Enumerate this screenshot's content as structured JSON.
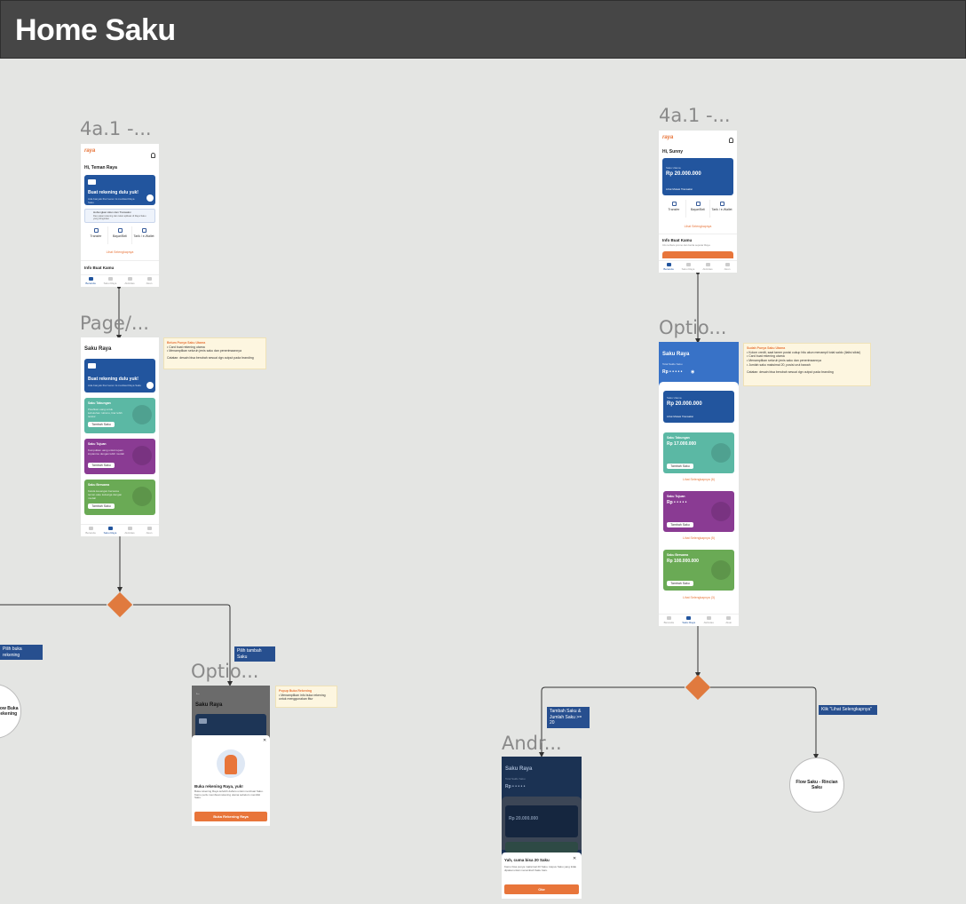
{
  "header": {
    "title": "Home Saku"
  },
  "frames": {
    "f1_label": "4a.1 -...",
    "f2_label": "Page/...",
    "f3_label": "4a.1 -...",
    "f4_label": "Optio...",
    "f5_label": "Optio...",
    "f6_label": "Andr..."
  },
  "phone1": {
    "logo": "raya",
    "greeting": "Hi, Teman Raya",
    "card_title": "Buat rekening dulu yuk!",
    "card_sub": "Ada banyak fitur keren & manfaat Raya Saku",
    "banner": "Hubungkan Akun dan Transaksi",
    "banner_sub": "Dan pakai rekening dan tukar aplikasi di Raya Saku yang diinginkan",
    "menu": [
      "Transfer",
      "Bayar/Beli",
      "Tarik / e-Wallet"
    ],
    "see_all": "Lihat Selengkapnya",
    "info_title": "Info Buat Kamu",
    "nav": [
      "Beranda",
      "Saku Raya",
      "Aktivitas",
      "Akun"
    ]
  },
  "phone2": {
    "title": "Saku Raya",
    "card_title": "Buat rekening dulu yuk!",
    "card_sub": "Ada banyak fitur keren & manfaat Raya Saku",
    "sakus": [
      {
        "name": "Saku Tabungan",
        "desc": "Pisahkan uang untuk kebutuhan rutinmu, biar lebih teratur",
        "btn": "Tambah Saku"
      },
      {
        "name": "Saku Tujuan",
        "desc": "Kumpulkan uang untuk tujuan impianmu dengan lebih mudah",
        "btn": "Tambah Saku"
      },
      {
        "name": "Saku Bersama",
        "desc": "Kelola keuangan bersama teman atau keluarga dengan mudah",
        "btn": "Tambah Saku"
      }
    ],
    "nav": [
      "Beranda",
      "Saku Raya",
      "Aktivitas",
      "Akun"
    ]
  },
  "note1": {
    "title": "Belum Punya Saku Utama",
    "items": [
      "Card buat rekening utama",
      "Menampilkan seluruh jenis saku dan penerimaannya"
    ],
    "footer": "Catatan: desain bisa berubah sesuai dgn output pada branding"
  },
  "phone3": {
    "logo": "raya",
    "greeting": "Hi, Sunny",
    "card_label": "Saku Utama",
    "amount": "Rp 20.000.000",
    "card_link": "Lihat Mutasi Transaksi",
    "menu": [
      "Transfer",
      "Bayar/Beli",
      "Tarik / e-Wallet"
    ],
    "see_all": "Lihat Selengkapnya",
    "info_title": "Info Buat Kamu",
    "info_sub": "Info terbaru promo dan berita seputar Raya",
    "nav": [
      "Beranda",
      "Saku Raya",
      "Aktivitas",
      "Akun"
    ]
  },
  "phone4": {
    "title": "Saku Raya",
    "total_label": "Total Saldo Saku",
    "total": "Rp • • • • •",
    "main_label": "Saku Utama",
    "main_amount": "Rp 20.000.000",
    "main_link": "Lihat Mutasi Transaksi",
    "sakus": [
      {
        "name": "Saku Tabungan",
        "amount": "Rp 17.000.000",
        "btn": "Tambah Saku",
        "link": "Lihat Selengkapnya (6)"
      },
      {
        "name": "Saku Tujuan",
        "amount": "Rp • • • • •",
        "btn": "Tambah Saku",
        "link": "Lihat Selengkapnya (5)"
      },
      {
        "name": "Saku Bersama",
        "amount": "Rp 100.000.000",
        "btn": "Tambah Saku",
        "link": "Lihat Selengkapnya (3)"
      }
    ],
    "nav": [
      "Beranda",
      "Saku Raya",
      "Aktivitas",
      "Akun"
    ]
  },
  "note2": {
    "title": "Sudah Punya Saku Utama",
    "items": [
      "Kolom credit, saat tamer posisi cukup hitu akun menampil total saldo (Ilalisi sikisi)",
      "Card buat rekening utama",
      "Menampilkan seluruh jenis saku dan penerimaannya",
      "Jumlah saku maksimal 20, posisi urut bawah"
    ],
    "footer": "Catatan: desain bisa berubah sesuai dgn output pada branding"
  },
  "decision_tags": {
    "left_branch": "Pilih buka rekening",
    "right_branch": "Pilih tambah Saku",
    "bottom_left": "Tambah Saku & Jumlah Saku >= 20",
    "bottom_right": "Klik \"Lihat Selengkapnya\""
  },
  "phone5": {
    "title": "Saku Raya",
    "sheet_title": "Buka rekening Raya, yuk!",
    "sheet_text": "Buka rekening Raya terlebih dahulu untuk membuat Saku. Kamu perlu membuat rekening utama sebelum memiliki Saku.",
    "button": "Buka Rekening Raya"
  },
  "note3": {
    "title": "Popup Buka Rekening",
    "items": [
      "Menampilkan info buka rekening untuk menggunakan fitur"
    ]
  },
  "phone6": {
    "title": "Saku Raya",
    "total_label": "Total Saldo Saku",
    "total": "Rp • • • • •",
    "card_amount": "Rp 20.000.000",
    "sheet_title": "Yah, cuma bisa 20 Saku",
    "sheet_text": "Kamu bisa punya maksimal 20 Saku. Hapus Saku yang tidak dipakai untuk menambah Saku baru.",
    "button": "Oke"
  },
  "end_nodes": {
    "left": "Flow Buka Rekening",
    "right": "Flow Saku - Rincian Saku"
  },
  "colors": {
    "header_bg": "#464646",
    "canvas": "#e4e5e3",
    "brand_blue": "#22559e",
    "brand_orange": "#e8753a",
    "teal": "#5bb8a4",
    "purple": "#8a3b93",
    "green": "#6aaa55"
  }
}
